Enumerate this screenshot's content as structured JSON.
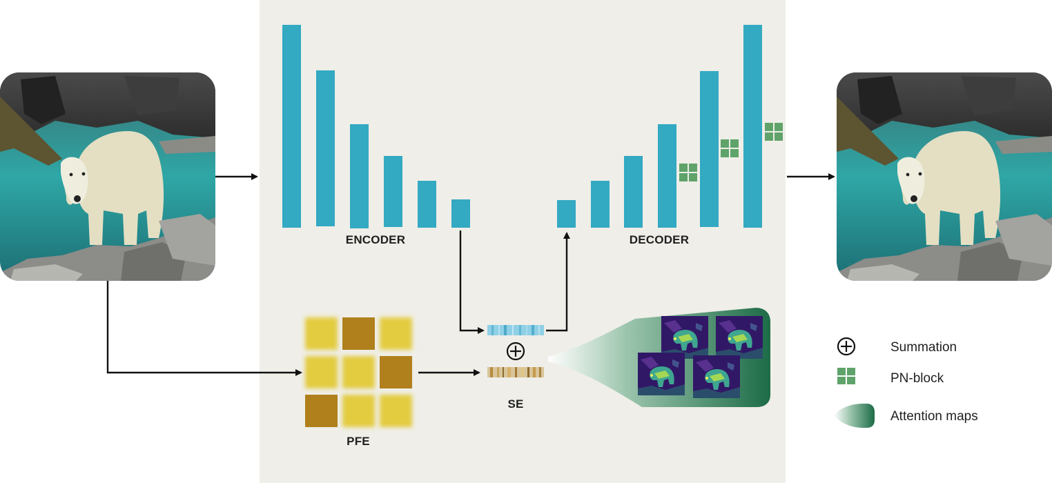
{
  "colors": {
    "panel_bg": "#efeee8",
    "encoder_bar": "#33a9c2",
    "pn_block": "#5fa36a",
    "pfe_light": "#e3cc3f",
    "pfe_dark": "#b0801c",
    "attention_dark": "#1c6b47",
    "attention_light": "#e8efe9",
    "arrow": "#111111"
  },
  "labels": {
    "encoder": "ENCODER",
    "decoder": "DECODER",
    "pfe": "PFE",
    "se": "SE"
  },
  "legend": {
    "summation": "Summation",
    "pn_block": "PN-block",
    "attention_maps": "Attention maps"
  },
  "images": {
    "input": "polar bear standing on rocks by water",
    "output": "polar bear standing on rocks by water (restored)",
    "attention_maps": "four purple attention map thumbnails of the polar bear"
  },
  "icons": [
    "summation-icon",
    "pn-block-icon",
    "attention-maps-icon",
    "arrow-icon"
  ]
}
